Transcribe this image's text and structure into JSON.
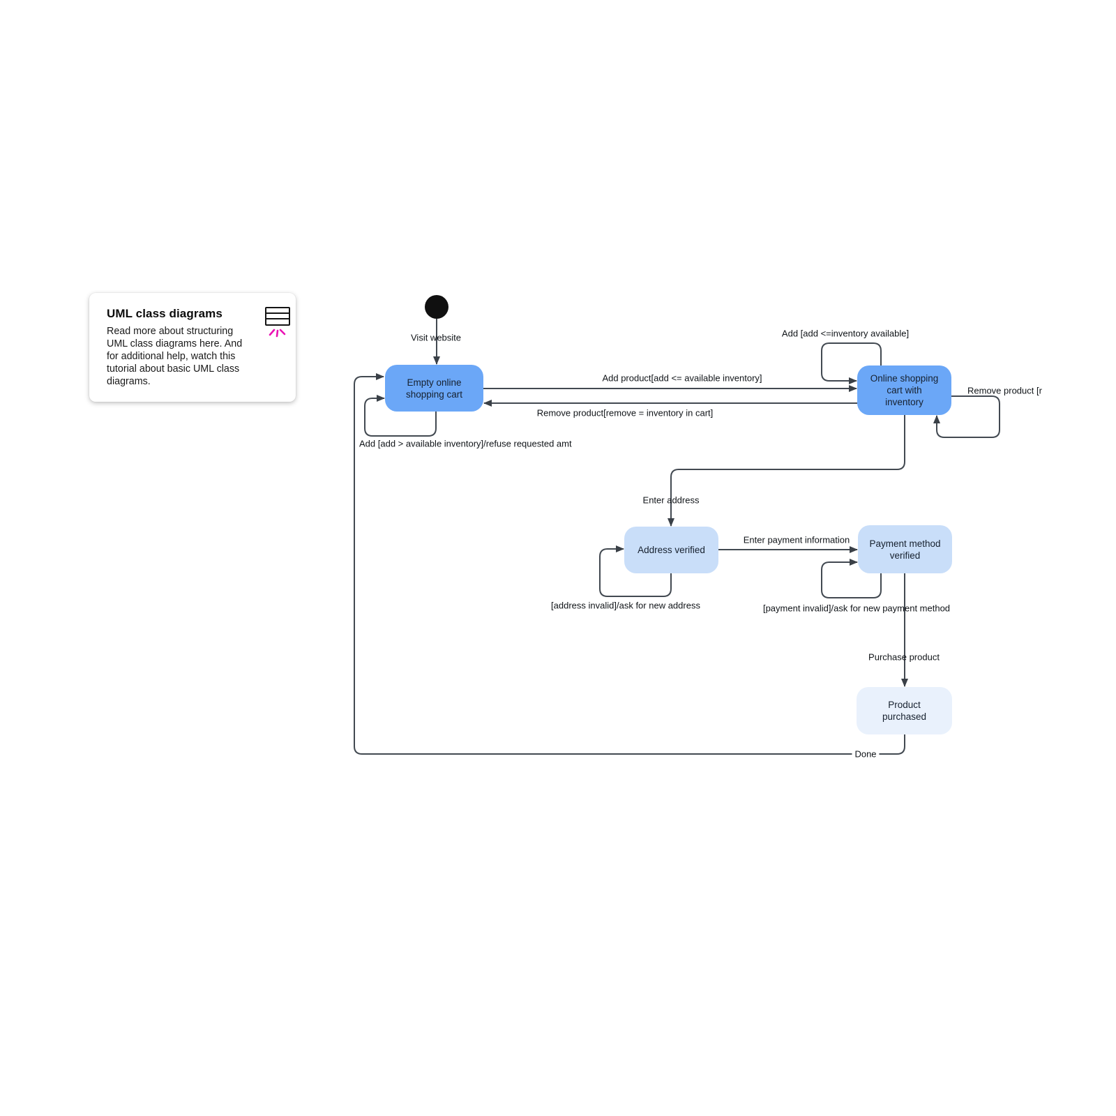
{
  "note_card": {
    "title": "UML class diagrams",
    "body": "Read more about structuring\nUML class diagrams here. And\nfor additional help, watch this\ntutorial about basic UML class\ndiagrams.",
    "icon": "uml-class-box-with-pink-sparkle"
  },
  "colors": {
    "state_blue": "#6ba7f7",
    "state_light_blue": "#c9def9",
    "state_lightest_blue": "#e9f1fc",
    "connector_line": "#424951",
    "start_node_black": "#101010",
    "sparkle_pink": "#ea12b4"
  },
  "diagram": {
    "type": "uml-state-diagram",
    "states": {
      "start": {
        "kind": "initial-pseudostate"
      },
      "empty": {
        "label": "Empty online\nshopping cart",
        "fill": "#6ba7f7"
      },
      "online": {
        "label": "Online shopping\ncart with\ninventory",
        "fill": "#6ba7f7"
      },
      "address": {
        "label": "Address verified",
        "fill": "#c9def9"
      },
      "payment": {
        "label": "Payment method\nverified",
        "fill": "#c9def9"
      },
      "purchased": {
        "label": "Product\npurchased",
        "fill": "#e9f1fc"
      }
    },
    "transitions": {
      "visit_website": "Visit website",
      "add_product": "Add product[add <= available inventory]",
      "remove_product": "Remove product[remove = inventory in cart]",
      "add_over_inventory": "Add [add > available inventory]/refuse requested amt",
      "add_within_inventory": "Add [add <=inventory available]",
      "remove_product_truncated": "Remove product [r",
      "enter_address": "Enter address",
      "enter_payment": "Enter payment information",
      "address_invalid": "[address invalid]/ask for new address",
      "payment_invalid": "[payment invalid]/ask for new payment method",
      "purchase_product": "Purchase product",
      "done": "Done"
    }
  }
}
